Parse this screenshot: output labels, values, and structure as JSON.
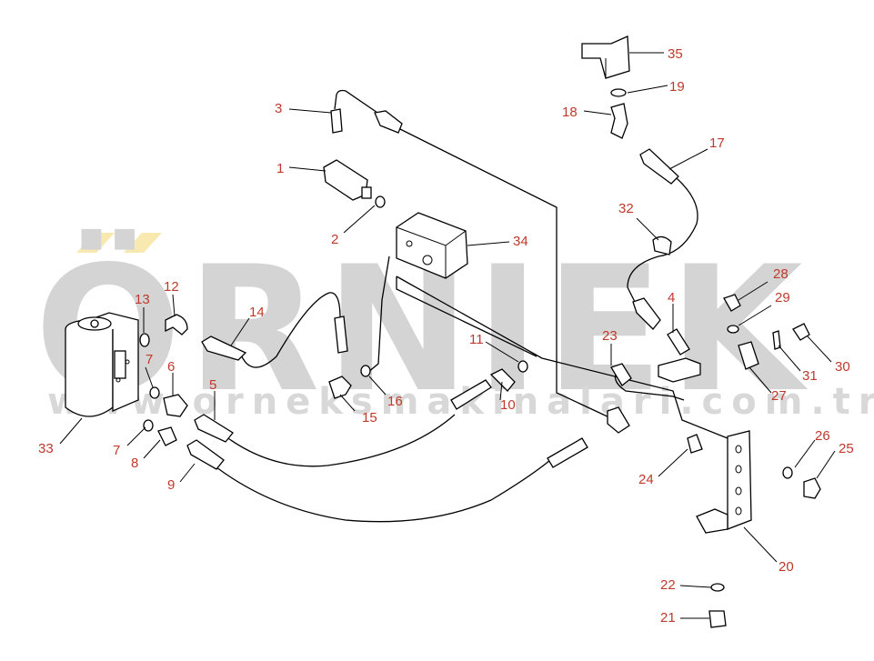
{
  "watermark": {
    "brand": "ÖRNIEK",
    "website": "www.orneksmakinalari.com.tr",
    "accent_color": "#f7e9b0",
    "text_color": "#d4d4d4"
  },
  "callout_color": "#c0392b",
  "callouts": [
    "1",
    "2",
    "3",
    "4",
    "5",
    "6",
    "7",
    "7",
    "8",
    "9",
    "10",
    "11",
    "12",
    "13",
    "14",
    "15",
    "16",
    "17",
    "18",
    "19",
    "20",
    "21",
    "22",
    "23",
    "24",
    "25",
    "26",
    "27",
    "28",
    "29",
    "30",
    "31",
    "32",
    "33",
    "34",
    "35"
  ]
}
